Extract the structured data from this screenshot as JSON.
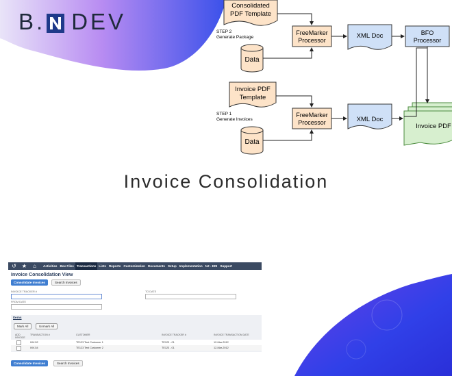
{
  "logo": {
    "left": "B.",
    "right": "DEV"
  },
  "diagram": {
    "consolidated_template": "Consolidated PDF Template",
    "step2_title": "STEP 2",
    "step2_desc": "Generate Package",
    "freemarker": "FreeMarker Processor",
    "xml_doc": "XML Doc",
    "bfo": "BFO Processor",
    "data": "Data",
    "invoice_template": "Invoice PDF Template",
    "step1_title": "STEP 1",
    "step1_desc": "Generate Invoices",
    "invoice_pdf": "Invoice PDF"
  },
  "title": "Invoice Consolidation",
  "netsuite": {
    "nav": [
      "Activities",
      "Box Files",
      "Transactions",
      "Lists",
      "Reports",
      "Customization",
      "Documents",
      "Setup",
      "Implementation",
      "NJ - EDI",
      "Support"
    ],
    "active_nav": "Transactions",
    "page_title": "Invoice Consolidation View",
    "consolidate_label": "Consolidate Invoices",
    "search_label": "Search Invoices",
    "tracker_label": "INVOICE TRACKER #",
    "to_date_label": "TO DATE",
    "from_date_label": "FROM DATE",
    "items_label": "Items",
    "mark_all": "Mark All",
    "unmark_all": "Unmark All",
    "columns": [
      "ADD INVOICE",
      "TRANSACTION #",
      "CUSTOMER",
      "INVOICE TRACKER #",
      "INVOICE TRANSACTION DATE"
    ],
    "rows": [
      {
        "txn": "INV-52",
        "customer": "TE123 Test Customer 1",
        "tracker": "TE123 - 01",
        "date": "12-Mar-2012"
      },
      {
        "txn": "INV-54",
        "customer": "TE123 Test Customer 2",
        "tracker": "TE123 - 01",
        "date": "12-Mar-2012"
      }
    ]
  },
  "colors": {
    "purple": "#7b3fe0",
    "blue": "#2b55e8",
    "box_orange": "#fde3c8",
    "box_blue": "#cfe0f7",
    "box_green": "#d7efcf"
  }
}
